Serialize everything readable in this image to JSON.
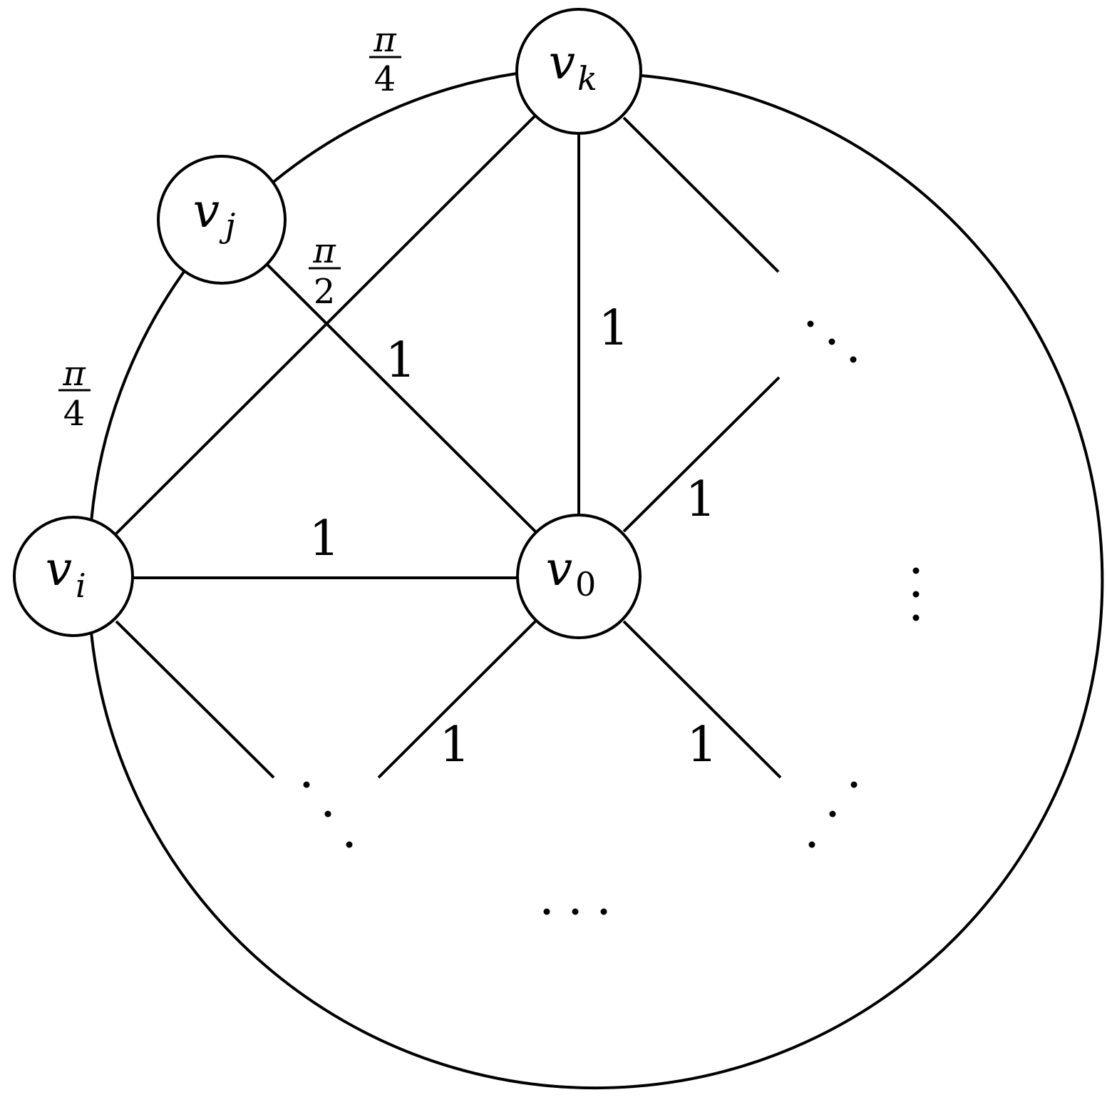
{
  "nodes": {
    "v0": {
      "main": "v",
      "sub": "0"
    },
    "vi": {
      "main": "v",
      "sub": "i"
    },
    "vj": {
      "main": "v",
      "sub": "j"
    },
    "vk": {
      "main": "v",
      "sub": "k"
    }
  },
  "labels": {
    "arc_vj_vk": {
      "num": "π",
      "den": "4"
    },
    "arc_vi_vj": {
      "num": "π",
      "den": "4"
    },
    "edge_vi_vk": {
      "num": "π",
      "den": "2"
    },
    "edge_vj_v0": "1",
    "edge_vk_v0": "1",
    "edge_vi_v0": "1",
    "edge_v0_upper_right": "1",
    "edge_v0_lower_left": "1",
    "edge_v0_lower_right": "1"
  },
  "colors": {
    "stroke": "#000000",
    "background": "#ffffff"
  }
}
